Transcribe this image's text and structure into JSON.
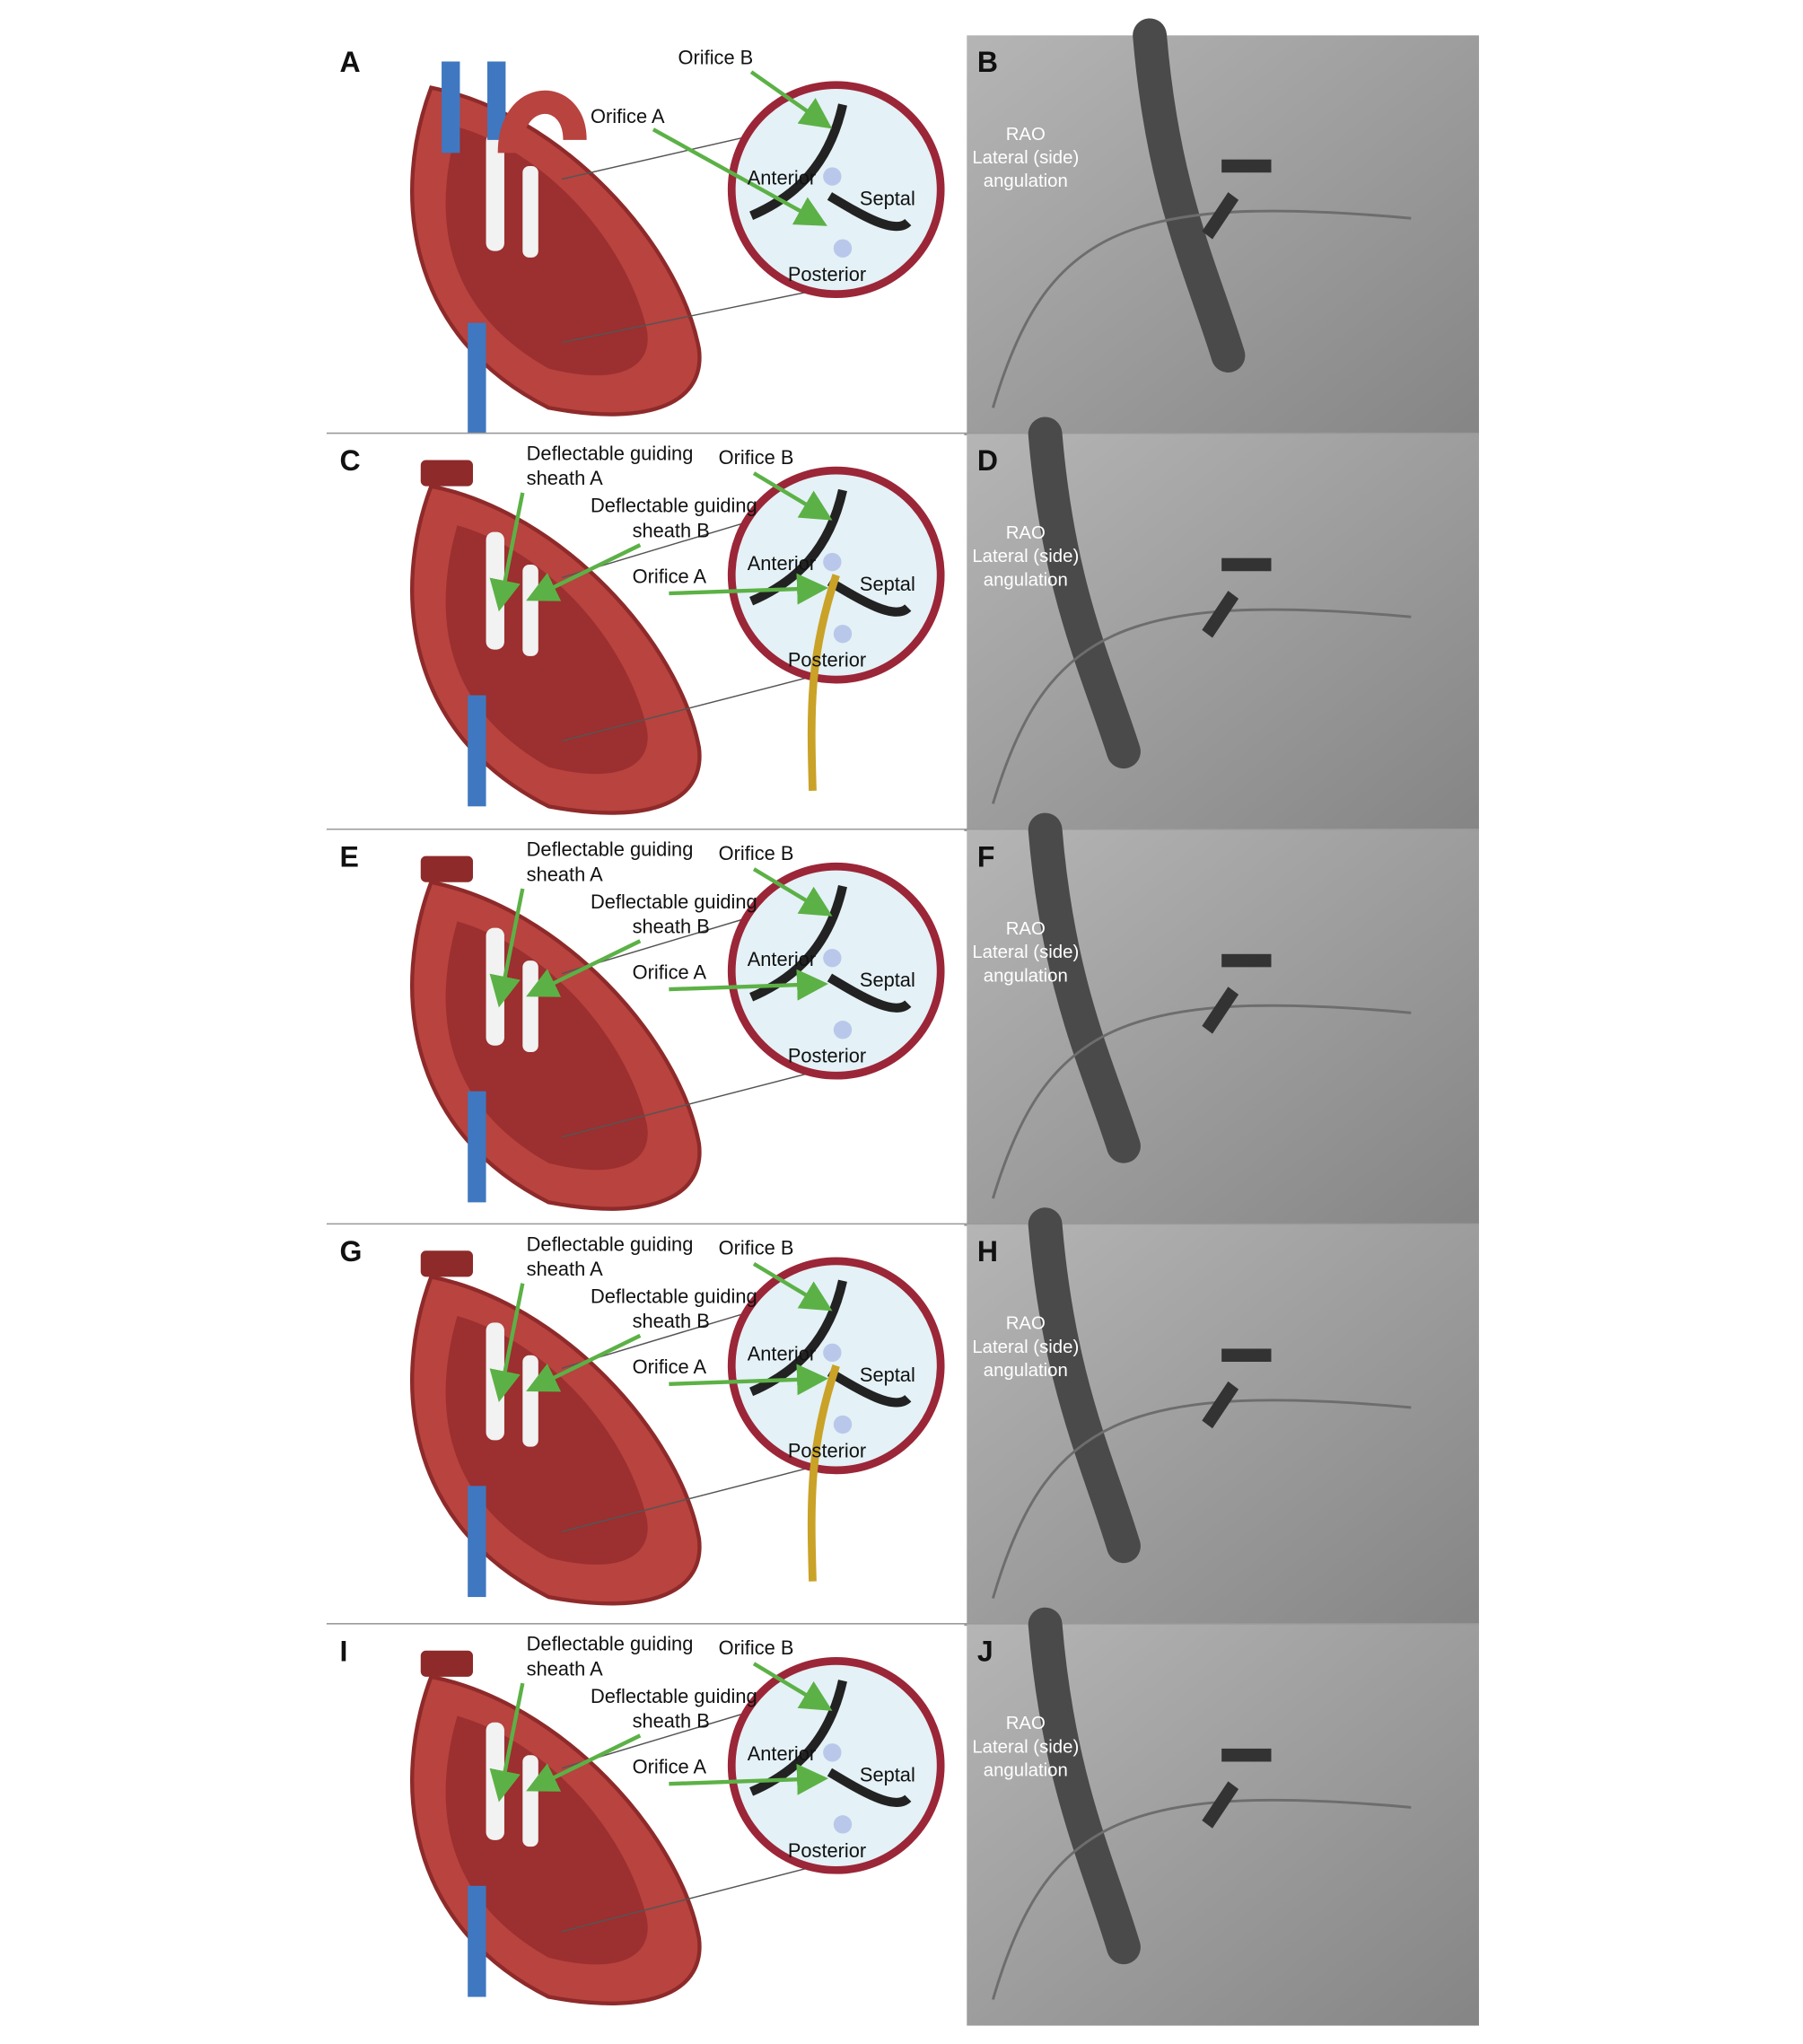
{
  "colors": {
    "arrow": "#5cb146",
    "heart": "#b8433f",
    "heartDark": "#8e2a2a",
    "vessel": "#3f78c0",
    "sheath": "#c9a227",
    "circleRim": "#9b2638",
    "circleFill": "#e4f1f6",
    "fluoro": "#9a9a9a"
  },
  "panels": [
    {
      "letter": "A",
      "type": "schematic",
      "labels": {
        "orificeB": "Orifice B",
        "orificeA": "Orifice A",
        "anterior": "Anterior",
        "septal": "Septal",
        "posterior": "Posterior"
      }
    },
    {
      "letter": "B",
      "type": "fluoroscopy",
      "view": [
        "RAO",
        "Lateral (side)",
        "angulation"
      ]
    },
    {
      "letter": "C",
      "type": "schematic",
      "labels": {
        "sheathA1": "Deflectable guiding",
        "sheathA2": "sheath A",
        "orificeB": "Orifice B",
        "sheathB1": "Deflectable guiding",
        "sheathB2": "sheath B",
        "orificeA": "Orifice A",
        "anterior": "Anterior",
        "septal": "Septal",
        "posterior": "Posterior"
      }
    },
    {
      "letter": "D",
      "type": "fluoroscopy",
      "view": [
        "RAO",
        "Lateral (side)",
        "angulation"
      ]
    },
    {
      "letter": "E",
      "type": "schematic",
      "labels": {
        "sheathA1": "Deflectable guiding",
        "sheathA2": "sheath A",
        "orificeB": "Orifice B",
        "sheathB1": "Deflectable guiding",
        "sheathB2": "sheath B",
        "orificeA": "Orifice A",
        "anterior": "Anterior",
        "septal": "Septal",
        "posterior": "Posterior"
      }
    },
    {
      "letter": "F",
      "type": "fluoroscopy",
      "view": [
        "RAO",
        "Lateral (side)",
        "angulation"
      ]
    },
    {
      "letter": "G",
      "type": "schematic",
      "labels": {
        "sheathA1": "Deflectable guiding",
        "sheathA2": "sheath A",
        "orificeB": "Orifice B",
        "sheathB1": "Deflectable guiding",
        "sheathB2": "sheath B",
        "orificeA": "Orifice A",
        "anterior": "Anterior",
        "septal": "Septal",
        "posterior": "Posterior"
      }
    },
    {
      "letter": "H",
      "type": "fluoroscopy",
      "view": [
        "RAO",
        "Lateral (side)",
        "angulation"
      ]
    },
    {
      "letter": "I",
      "type": "schematic",
      "labels": {
        "sheathA1": "Deflectable guiding",
        "sheathA2": "sheath A",
        "orificeB": "Orifice B",
        "sheathB1": "Deflectable guiding",
        "sheathB2": "sheath B",
        "orificeA": "Orifice A",
        "anterior": "Anterior",
        "septal": "Septal",
        "posterior": "Posterior"
      }
    },
    {
      "letter": "J",
      "type": "fluoroscopy",
      "view": [
        "RAO",
        "Lateral (side)",
        "angulation"
      ]
    }
  ]
}
